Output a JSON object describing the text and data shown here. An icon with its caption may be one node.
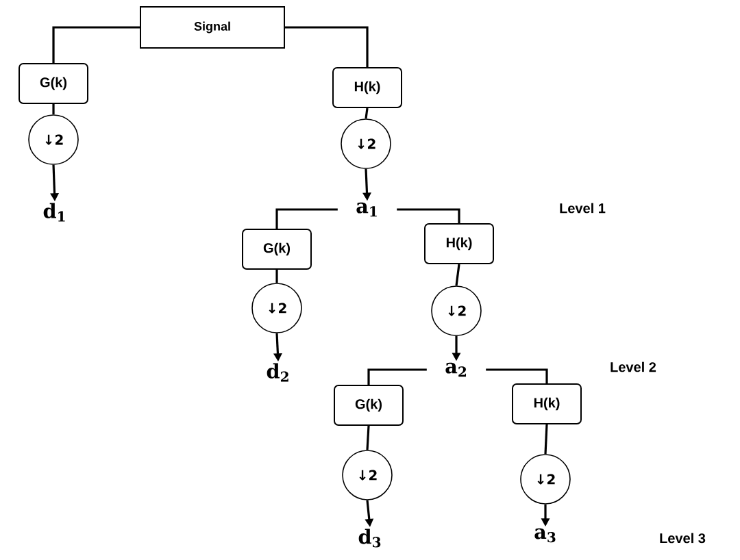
{
  "diagram": {
    "nodes": [
      {
        "text": [
          "Signal"
        ]
      },
      {
        "text": [
          "G(k)"
        ]
      },
      {
        "text": [
          "↓2"
        ]
      },
      {
        "text": [
          "d$_{1}$"
        ]
      },
      {
        "text": [
          "H(k)"
        ]
      },
      {
        "text": [
          "↓2"
        ]
      },
      {
        "text": [
          "a$_{1}$"
        ]
      },
      {
        "text": [
          "G(k)"
        ]
      },
      {
        "text": [
          "↓2"
        ]
      },
      {
        "text": [
          "d$_{2}$"
        ]
      },
      {
        "text": [
          "H(k)"
        ]
      },
      {
        "text": [
          "↓2"
        ]
      },
      {
        "text": [
          "a$_{2}$"
        ]
      },
      {
        "text": [
          "G(k)"
        ]
      },
      {
        "text": [
          "↓2"
        ]
      },
      {
        "text": [
          "d$_{3}$"
        ]
      },
      {
        "text": [
          "H(k)"
        ]
      },
      {
        "text": [
          "↓2"
        ]
      },
      {
        "text": [
          "a$_{3}$"
        ]
      }
    ],
    "edges": [
      {
        "from": 0,
        "to": 1,
        "arrow": "none"
      },
      {
        "from": 0,
        "to": 4,
        "arrow": "none"
      },
      {
        "from": 1,
        "to": 2,
        "arrow": "none"
      },
      {
        "from": 2,
        "to": 3,
        "arrow": "to"
      },
      {
        "from": 4,
        "to": 5,
        "arrow": "none"
      },
      {
        "from": 5,
        "to": 6,
        "arrow": "to"
      },
      {
        "from": 6,
        "to": 7,
        "arrow": "none"
      },
      {
        "from": 6,
        "to": 10,
        "arrow": "none"
      },
      {
        "from": 7,
        "to": 8,
        "arrow": "none"
      },
      {
        "from": 8,
        "to": 9,
        "arrow": "to"
      },
      {
        "from": 10,
        "to": 11,
        "arrow": "none"
      },
      {
        "from": 11,
        "to": 12,
        "arrow": "to"
      },
      {
        "from": 12,
        "to": 13,
        "arrow": "none"
      },
      {
        "from": 12,
        "to": 16,
        "arrow": "none"
      },
      {
        "from": 13,
        "to": 14,
        "arrow": "none"
      },
      {
        "from": 14,
        "to": 15,
        "arrow": "to"
      },
      {
        "from": 16,
        "to": 17,
        "arrow": "none"
      },
      {
        "from": 17,
        "to": 18,
        "arrow": "to"
      }
    ],
    "labels": [
      "Level 1",
      "Level 2",
      "Level 3"
    ]
  }
}
